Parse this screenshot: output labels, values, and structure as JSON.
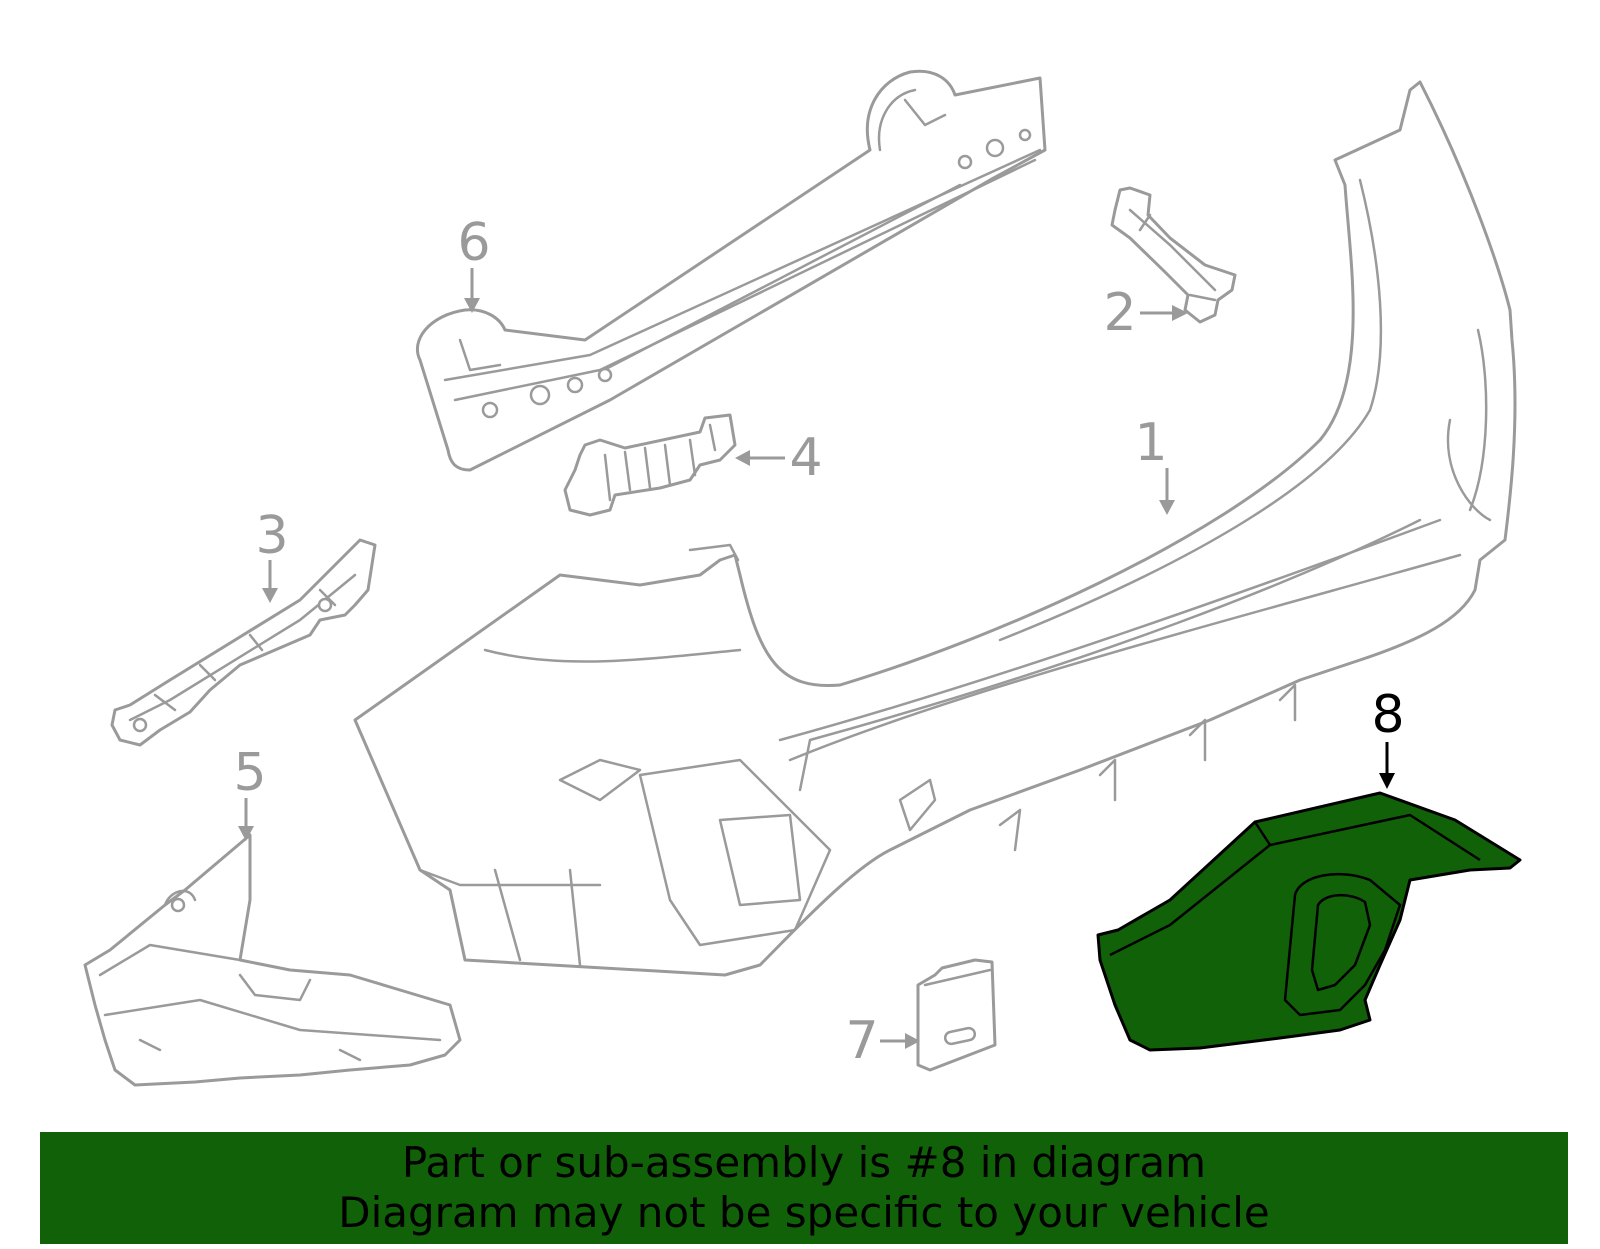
{
  "diagram": {
    "callouts": [
      {
        "id": "1",
        "label": "1"
      },
      {
        "id": "2",
        "label": "2"
      },
      {
        "id": "3",
        "label": "3"
      },
      {
        "id": "4",
        "label": "4"
      },
      {
        "id": "5",
        "label": "5"
      },
      {
        "id": "6",
        "label": "6"
      },
      {
        "id": "7",
        "label": "7"
      },
      {
        "id": "8",
        "label": "8"
      }
    ],
    "highlighted_part": "8",
    "colors": {
      "highlight_fill": "#116108",
      "line_gray": "#9a9a9a",
      "banner_bg": "#116108",
      "text_dark": "#000000"
    }
  },
  "banner": {
    "line1": "Part or sub-assembly is #8 in diagram",
    "line2": "Diagram may not be specific to your vehicle"
  }
}
